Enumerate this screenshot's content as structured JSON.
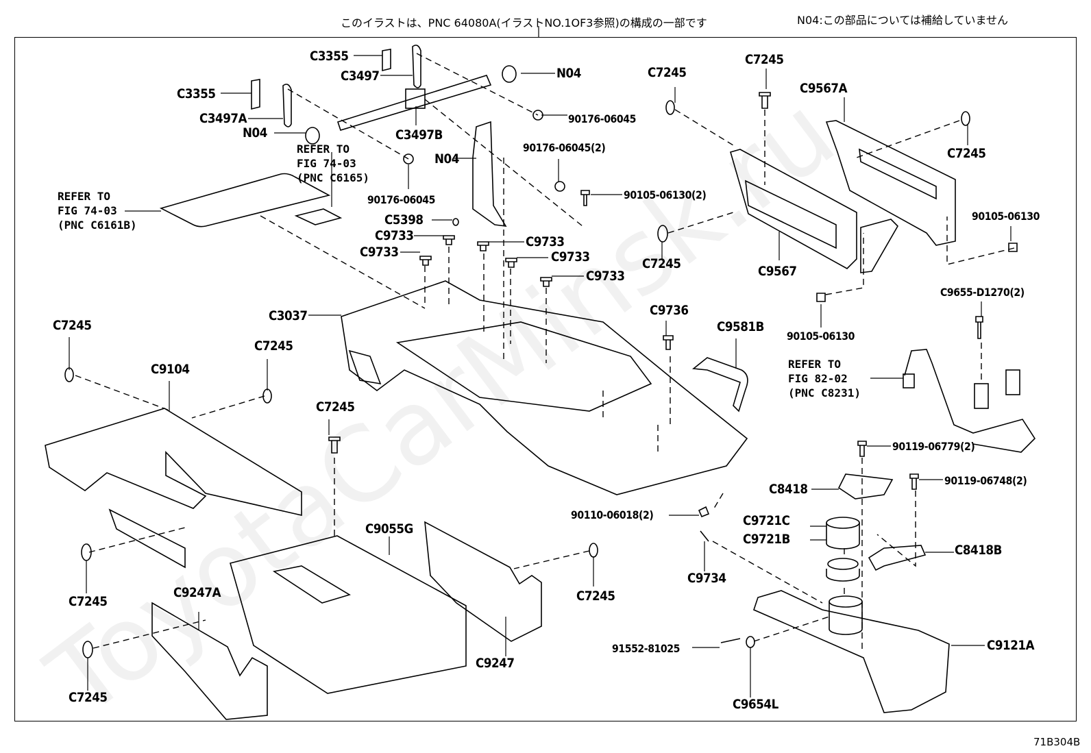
{
  "header": {
    "illustration_note": "このイラストは、PNC 64080A(イラストNO.1OF3参照)の構成の一部です",
    "n04_note": "N04:この部品については補給していません",
    "figure_code": "71B304B"
  },
  "watermark": "ToyotaCarMinsk.ru",
  "references": [
    {
      "id": "ref-c6165",
      "text": "REFER TO\nFIG 74-03\n(PNC C6165)"
    },
    {
      "id": "ref-c6161b",
      "text": "REFER TO\nFIG 74-03\n(PNC C6161B)"
    },
    {
      "id": "ref-c8231",
      "text": "REFER TO\nFIG 82-02\n(PNC C8231)"
    }
  ],
  "labels": {
    "c3355_top": "C3355",
    "c3497": "C3497",
    "n04_top": "N04",
    "c3355_left": "C3355",
    "c3497a": "C3497A",
    "n04_left": "N04",
    "c3497b": "C3497B",
    "p90176_a": "90176-06045",
    "p90176_b": "90176-06045(2)",
    "n04_mid": "N04",
    "p90176_c": "90176-06045",
    "p90105_a": "90105-06130(2)",
    "c5398": "C5398",
    "c9733_1": "C9733",
    "c9733_2": "C9733",
    "c9733_3": "C9733",
    "c9733_4": "C9733",
    "c9733_5": "C9733",
    "c7245_a": "C7245",
    "c7245_b": "C7245",
    "c9567a": "C9567A",
    "c7245_c": "C7245",
    "c7245_d": "C7245",
    "c9567": "C9567",
    "p90105_b": "90105-06130",
    "p90105_c": "90105-06130",
    "c9655": "C9655-D1270(2)",
    "c3037": "C3037",
    "c9736": "C9736",
    "c9581b": "C9581B",
    "c7245_e": "C7245",
    "c9104": "C9104",
    "c7245_f": "C7245",
    "c7245_g": "C7245",
    "p90119_a": "90119-06779(2)",
    "p90119_b": "90119-06748(2)",
    "c8418": "C8418",
    "c9721c": "C9721C",
    "c9721b": "C9721B",
    "c8418b": "C8418B",
    "p90110": "90110-06018(2)",
    "c9055g": "C9055G",
    "c7245_h": "C7245",
    "c9247a": "C9247A",
    "c7245_i": "C7245",
    "c9734": "C9734",
    "c9247": "C9247",
    "c7245_j": "C7245",
    "p91552": "91552-81025",
    "c9654l": "C9654L",
    "c9121a": "C9121A"
  }
}
